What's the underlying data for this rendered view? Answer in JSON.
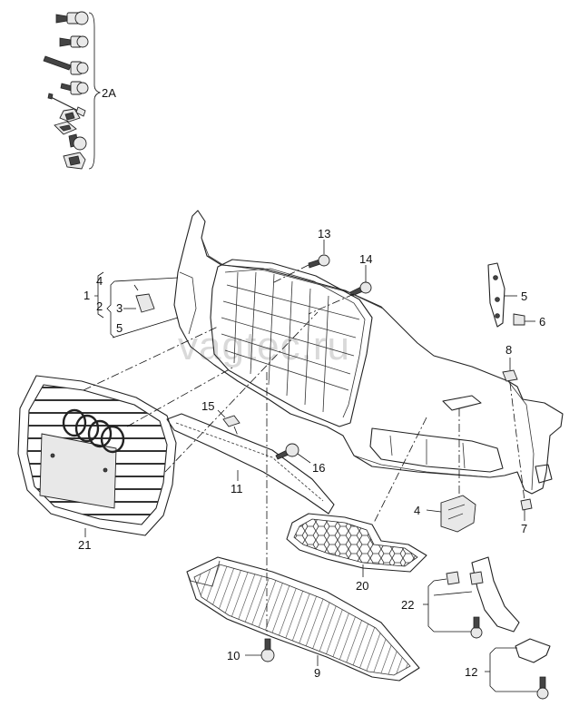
{
  "diagram": {
    "watermark": "vagtec.ru",
    "callouts": [
      {
        "id": "c2a",
        "text": "2A"
      },
      {
        "id": "c1",
        "text": "1"
      },
      {
        "id": "c2",
        "text": "2"
      },
      {
        "id": "c3",
        "text": "3"
      },
      {
        "id": "c4a",
        "text": "4"
      },
      {
        "id": "c5a",
        "text": "5"
      },
      {
        "id": "c13",
        "text": "13"
      },
      {
        "id": "c14",
        "text": "14"
      },
      {
        "id": "c5b",
        "text": "5"
      },
      {
        "id": "c6",
        "text": "6"
      },
      {
        "id": "c8",
        "text": "8"
      },
      {
        "id": "c15",
        "text": "15"
      },
      {
        "id": "c16",
        "text": "16"
      },
      {
        "id": "c11",
        "text": "11"
      },
      {
        "id": "c21",
        "text": "21"
      },
      {
        "id": "c4b",
        "text": "4"
      },
      {
        "id": "c7",
        "text": "7"
      },
      {
        "id": "c20",
        "text": "20"
      },
      {
        "id": "c22",
        "text": "22"
      },
      {
        "id": "c10",
        "text": "10"
      },
      {
        "id": "c9",
        "text": "9"
      },
      {
        "id": "c12",
        "text": "12"
      }
    ]
  }
}
